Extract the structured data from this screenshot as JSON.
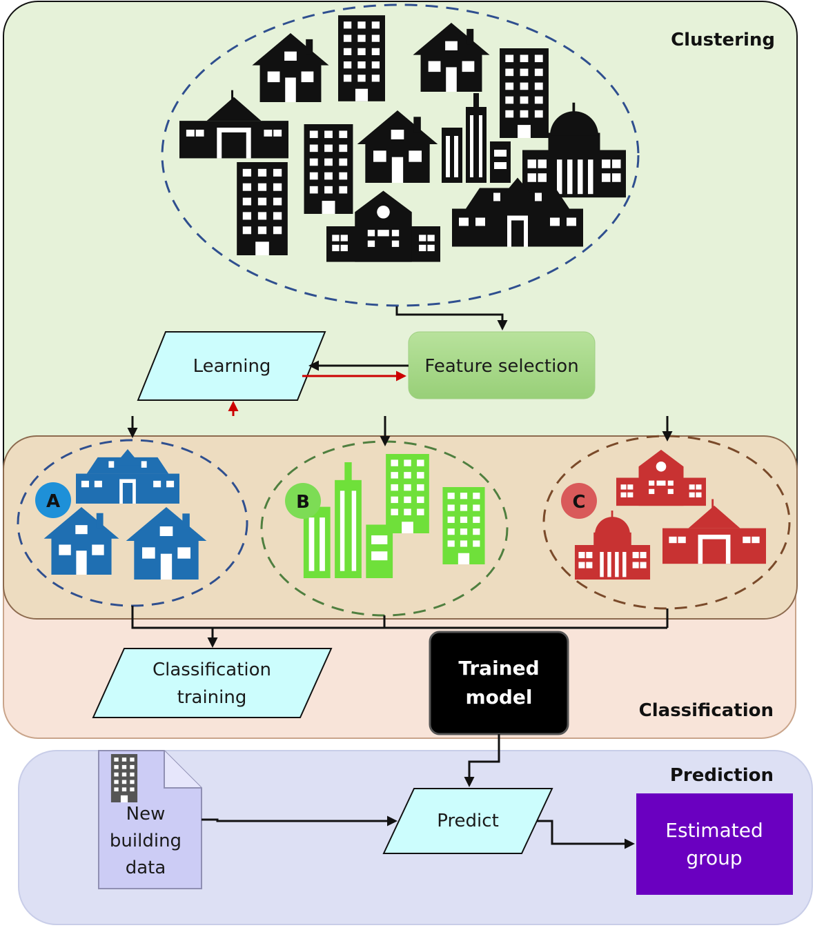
{
  "regions": {
    "clustering": "Clustering",
    "classification": "Classification",
    "prediction": "Prediction"
  },
  "nodes": {
    "learning": "Learning",
    "feature_selection": "Feature selection",
    "classification_training": [
      "Classification",
      "training"
    ],
    "trained_model": [
      "Trained",
      "model"
    ],
    "new_building_data": [
      "New",
      "building",
      "data"
    ],
    "predict": "Predict",
    "estimated_group": [
      "Estimated",
      "group"
    ]
  },
  "clusters": [
    {
      "label": "A",
      "color": "#1f6fb2",
      "badge_color": "#1e90d8"
    },
    {
      "label": "B",
      "color": "#6fe03a",
      "badge_color": "#7ddc55"
    },
    {
      "label": "C",
      "color": "#c83232",
      "badge_color": "#d95a5a"
    }
  ],
  "colors": {
    "clustering_bg": "#e6f2d9",
    "cluster_band_bg": "#eddcc0",
    "classification_bg": "#f8e4d9",
    "prediction_bg": "#dde0f4",
    "parallelogram_fill": "#ccfdfd",
    "feature_fill": "#a9d98a",
    "trained_fill": "#000000",
    "estimated_fill": "#6a00c0",
    "doc_fill": "#ccccf5",
    "feedback_arrow": "#cc0000"
  }
}
